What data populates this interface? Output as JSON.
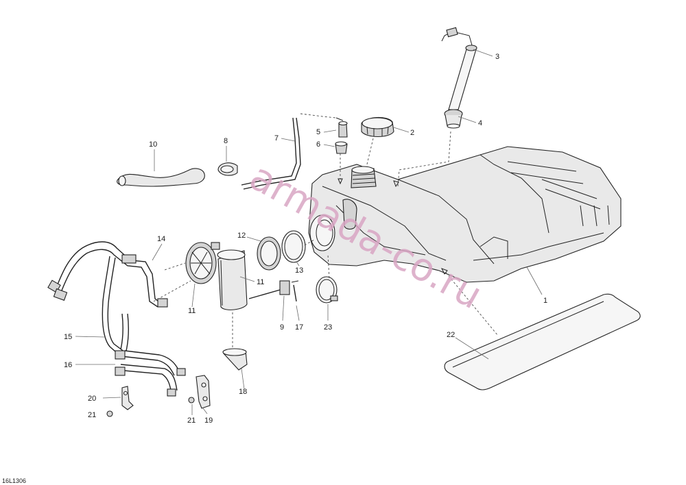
{
  "diagram": {
    "figure_id": "16L1306",
    "watermark": "armada-co.ru",
    "callouts": [
      "1",
      "2",
      "3",
      "4",
      "5",
      "6",
      "7",
      "8",
      "9",
      "10",
      "11",
      "12",
      "13",
      "14",
      "15",
      "16",
      "17",
      "18",
      "19",
      "20",
      "21",
      "22",
      "23"
    ],
    "callout_11_second": "11",
    "callout_21_second": "21"
  }
}
